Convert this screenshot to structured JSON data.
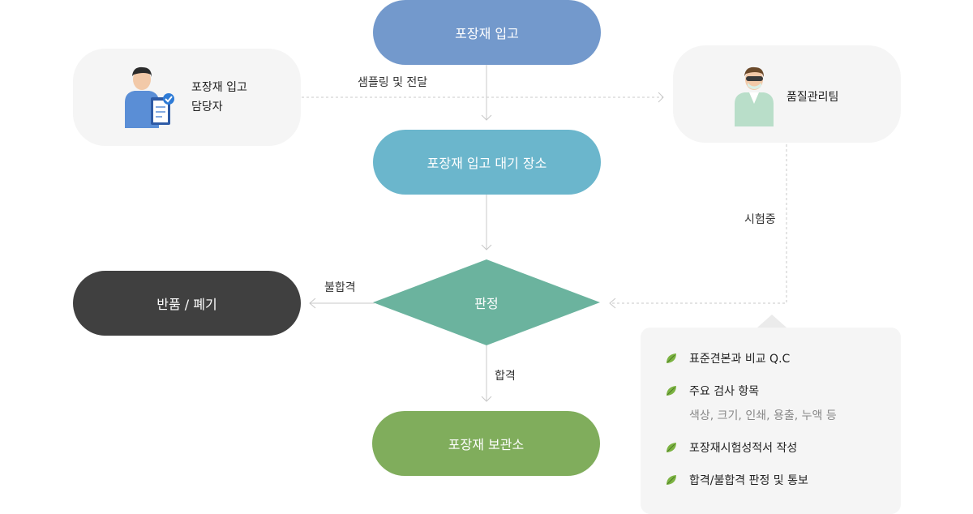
{
  "nodes": {
    "receipt": "포장재 입고",
    "waiting_area": "포장재 입고 대기 장소",
    "decision": "판정",
    "return": "반품 / 폐기",
    "storage": "포장재 보관소"
  },
  "actors": {
    "manager_line1": "포장재 입고",
    "manager_line2": "담당자",
    "qc_team": "품질관리팀"
  },
  "edges": {
    "sampling": "샘플링 및 전달",
    "testing": "시험중",
    "fail": "불합격",
    "pass": "합격"
  },
  "info": {
    "items": [
      "표준견본과 비교 Q.C",
      "주요 검사 항목",
      "포장재시험성적서 작성",
      "합격/불합격 판정 및 통보"
    ],
    "sub_note": "색상, 크기, 인쇄, 용출, 누액 등"
  },
  "colors": {
    "receipt": "#7399cc",
    "waiting": "#6bb6cc",
    "decision": "#6bb39e",
    "return": "#404040",
    "storage": "#80ad5c",
    "arrow": "#c8c8c8",
    "leaf": "#7cb342"
  },
  "icons": [
    "manager-icon",
    "qc-staff-icon",
    "leaf-bullet-icon",
    "chevron-down-icon",
    "chevron-left-icon",
    "chevron-right-icon"
  ]
}
